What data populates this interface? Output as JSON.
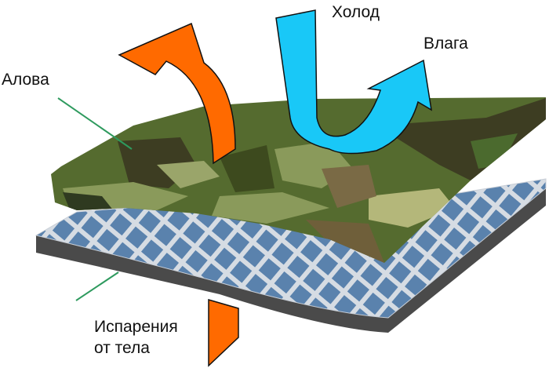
{
  "labels": {
    "cold": "Холод",
    "moisture": "Влага",
    "fabric": "Алова",
    "evaporation_line1": "Испарения",
    "evaporation_line2": "от тела"
  },
  "colors": {
    "heat_arrow": "#ff6a00",
    "cold_arrow": "#19c8f7",
    "camo_base": "#556b2f",
    "mesh_blue": "#5a82ad",
    "mesh_white": "#d6dce3",
    "base_gray": "#4a4a4a",
    "leader_line": "#2e9a5e"
  }
}
